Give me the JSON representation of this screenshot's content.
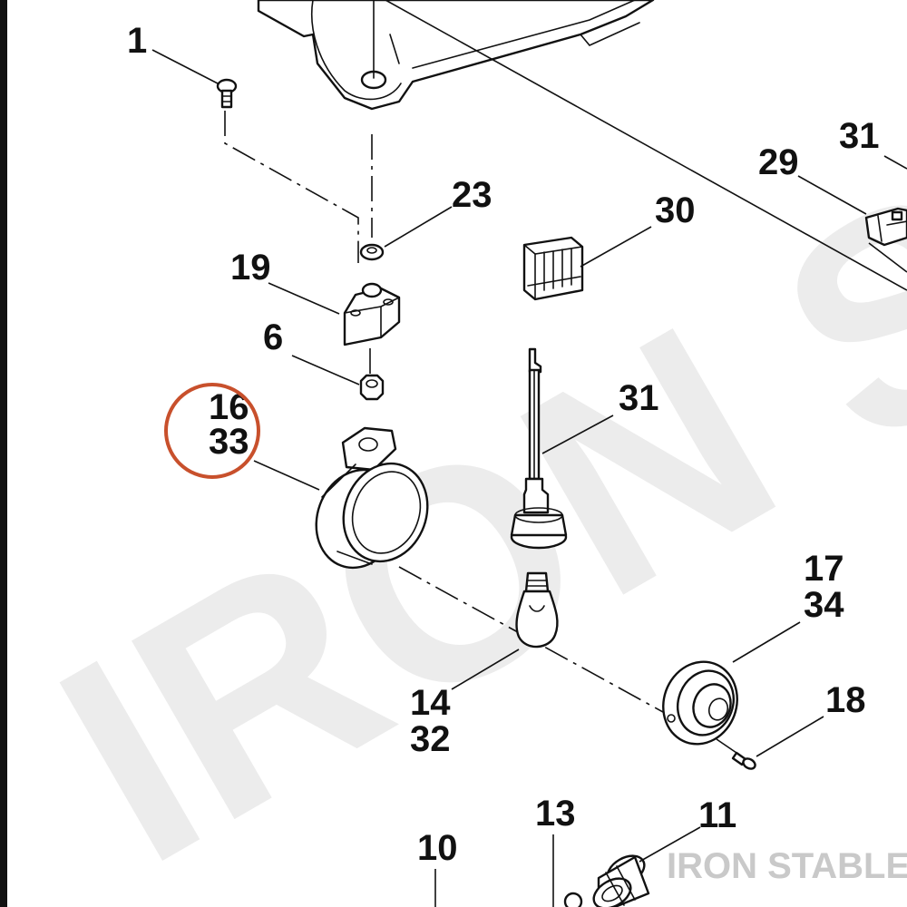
{
  "diagram": {
    "callouts": {
      "c1": "1",
      "c23": "23",
      "c19": "19",
      "c6": "6",
      "c16": "16",
      "c33": "33",
      "c30": "30",
      "c29": "29",
      "c31_top": "31",
      "c31_mid": "31",
      "c17": "17",
      "c34": "34",
      "c18": "18",
      "c14": "14",
      "c32": "32",
      "c10": "10",
      "c13": "13",
      "c11": "11"
    },
    "highlight_color": "#c8502c"
  },
  "watermark": {
    "text": "IRON STABLE",
    "corner_text": "IRON STABLE"
  }
}
